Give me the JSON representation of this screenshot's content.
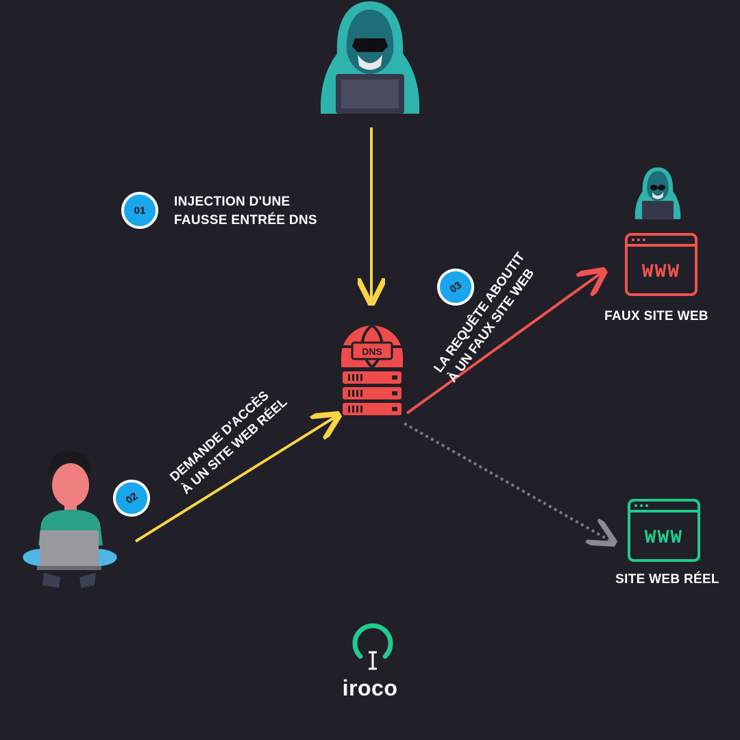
{
  "step1": {
    "number": "01",
    "line1": "INJECTION D'UNE",
    "line2": "FAUSSE ENTRÉE DNS"
  },
  "step2": {
    "number": "02",
    "line1": "DEMANDE D'ACCÈS",
    "line2": "À UN SITE WEB RÉEL"
  },
  "step3": {
    "number": "03",
    "line1": "LA REQUÊTE ABOUTIT",
    "line2": "À UN FAUX SITE WEB"
  },
  "dns": {
    "label": "DNS"
  },
  "fake_site": {
    "caption": "FAUX SITE WEB",
    "www": "WWW"
  },
  "real_site": {
    "caption": "SITE WEB RÉEL",
    "www": "WWW"
  },
  "brand": {
    "name": "iroco"
  },
  "colors": {
    "background": "#211f27",
    "attack_arrow": "#f6d547",
    "request_arrow": "#f6d547",
    "redirect_arrow": "#ef5350",
    "real_path_arrow": "#7a7a82",
    "fake_site": "#ef5350",
    "real_site": "#1fcc8a",
    "step_badge": "#1aa6ec",
    "brand": "#1fcc8a"
  }
}
